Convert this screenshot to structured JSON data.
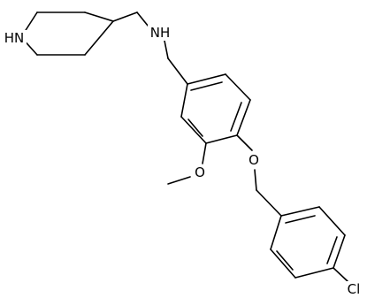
{
  "molecule": {
    "atom_labels": {
      "piperidine_nh": "HN",
      "amine_nh": "NH",
      "ether_o": "O",
      "methoxy_o": "O",
      "chlorine": "Cl"
    }
  },
  "colors": {
    "bond": "#000000",
    "background": "#ffffff"
  }
}
